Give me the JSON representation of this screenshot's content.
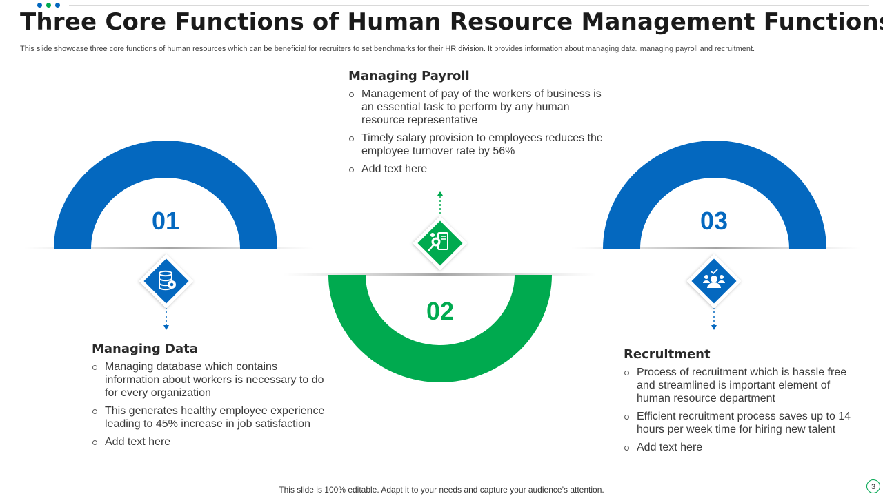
{
  "header": {
    "title": "Three Core Functions of Human Resource Management Functions",
    "subtitle": "This slide showcase three core functions of human resources which can be beneficial for recruiters to set benchmarks for their HR division. It provides information about managing data, managing payroll and recruitment."
  },
  "colors": {
    "blue": "#0468bf",
    "green": "#00aa4f"
  },
  "steps": [
    {
      "number": "01",
      "heading": "Managing Data",
      "icon": "database-gear-icon",
      "bullets": [
        "Managing database which contains information about workers is necessary to do for every organization",
        "This generates healthy employee experience leading to 45% increase in job satisfaction",
        "Add text here"
      ]
    },
    {
      "number": "02",
      "heading": "Managing Payroll",
      "icon": "payroll-document-icon",
      "bullets": [
        "Management of pay of the workers of business is an essential task to perform by any human resource representative",
        "Timely salary provision to employees reduces the employee turnover  rate by 56%",
        "Add text here"
      ]
    },
    {
      "number": "03",
      "heading": "Recruitment",
      "icon": "recruiter-icon",
      "bullets": [
        "Process of recruitment which is hassle free and streamlined is important element of human resource department",
        "Efficient recruitment process saves up to 14 hours per week time for hiring new talent",
        "Add text here"
      ]
    }
  ],
  "footer": {
    "note": "This slide is 100% editable. Adapt it to your needs and capture your audience’s attention.",
    "page": "3"
  }
}
